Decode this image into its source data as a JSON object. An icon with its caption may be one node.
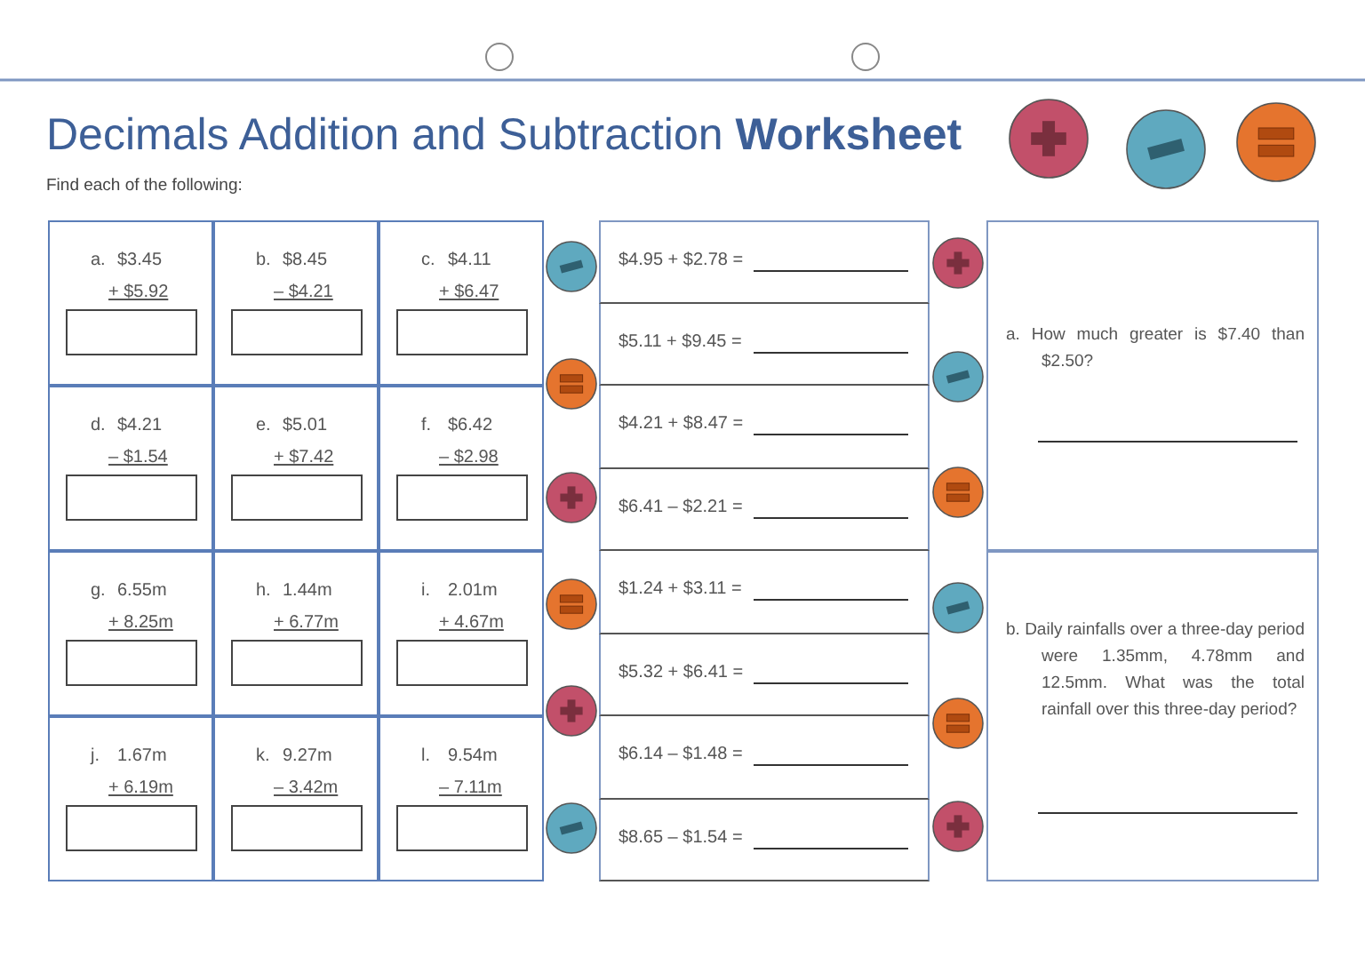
{
  "diagram": {
    "title": "Decimals Addition and Subtraction **Worksheet**",
    "labels": [
      "Find each of the following:"
    ],
    "nodes": [
      {
        "text": [
          "a.",
          "$3.45",
          "+ $5.92"
        ]
      },
      {
        "text": [],
        "shape": "box",
        "in": 0
      },
      {
        "text": [
          "b.",
          "$8.45",
          "– $4.21"
        ]
      },
      {
        "text": [],
        "shape": "box",
        "in": 2
      },
      {
        "text": [
          "c.",
          "$4.11",
          "+ $6.47"
        ]
      },
      {
        "text": [],
        "shape": "box",
        "in": 4
      },
      {
        "text": [
          "d.",
          "$4.21",
          "– $1.54"
        ]
      },
      {
        "text": [],
        "shape": "box",
        "in": 6
      },
      {
        "text": [
          "e.",
          "$5.01",
          "+ $7.42"
        ]
      },
      {
        "text": [],
        "shape": "box",
        "in": 8
      },
      {
        "text": [
          "f.",
          "$6.42",
          "– $2.98"
        ]
      },
      {
        "text": [],
        "shape": "box",
        "in": 10
      },
      {
        "text": [
          "g.",
          "6.55m",
          "+ 8.25m"
        ]
      },
      {
        "text": [],
        "shape": "box",
        "in": 12
      },
      {
        "text": [
          "h.",
          "1.44m",
          "+ 6.77m"
        ]
      },
      {
        "text": [],
        "shape": "box",
        "in": 14
      },
      {
        "text": [
          "i.",
          "2.01m",
          "+ 4.67m"
        ]
      },
      {
        "text": [],
        "shape": "box",
        "in": 16
      },
      {
        "text": [
          "j.",
          "1.67m",
          "+ 6.19m"
        ]
      },
      {
        "text": [],
        "shape": "box",
        "in": 18
      },
      {
        "text": [
          "k.",
          "9.27m",
          "– 3.42m"
        ]
      },
      {
        "text": [],
        "shape": "box",
        "in": 20
      },
      {
        "text": [
          "l.",
          "9.54m",
          "– 7.11m"
        ]
      },
      {
        "text": [],
        "shape": "box",
        "in": 22
      },
      {
        "text": [
          "$4.95 + $2.78 ="
        ]
      },
      {
        "text": [
          "$5.11 + $9.45 ="
        ]
      },
      {
        "text": [
          "$4.21 + $8.47 ="
        ]
      },
      {
        "text": [
          "$6.41 – $2.21 ="
        ]
      },
      {
        "text": [
          "$1.24 + $3.11 ="
        ]
      },
      {
        "text": [
          "$5.32 + $6.41 ="
        ]
      },
      {
        "text": [
          "$6.14 – $1.48 ="
        ]
      },
      {
        "text": [
          "$8.65 – $1.54 ="
        ]
      },
      {
        "text": [
          "a. How much greater is $7.40 than $2.50?"
        ]
      },
      {
        "text": [
          "b. Daily rainfalls over a three-day period were 1.35mm, 4.78mm and 12.5mm. What was the total rainfall over this three-day period?"
        ]
      }
    ]
  }
}
